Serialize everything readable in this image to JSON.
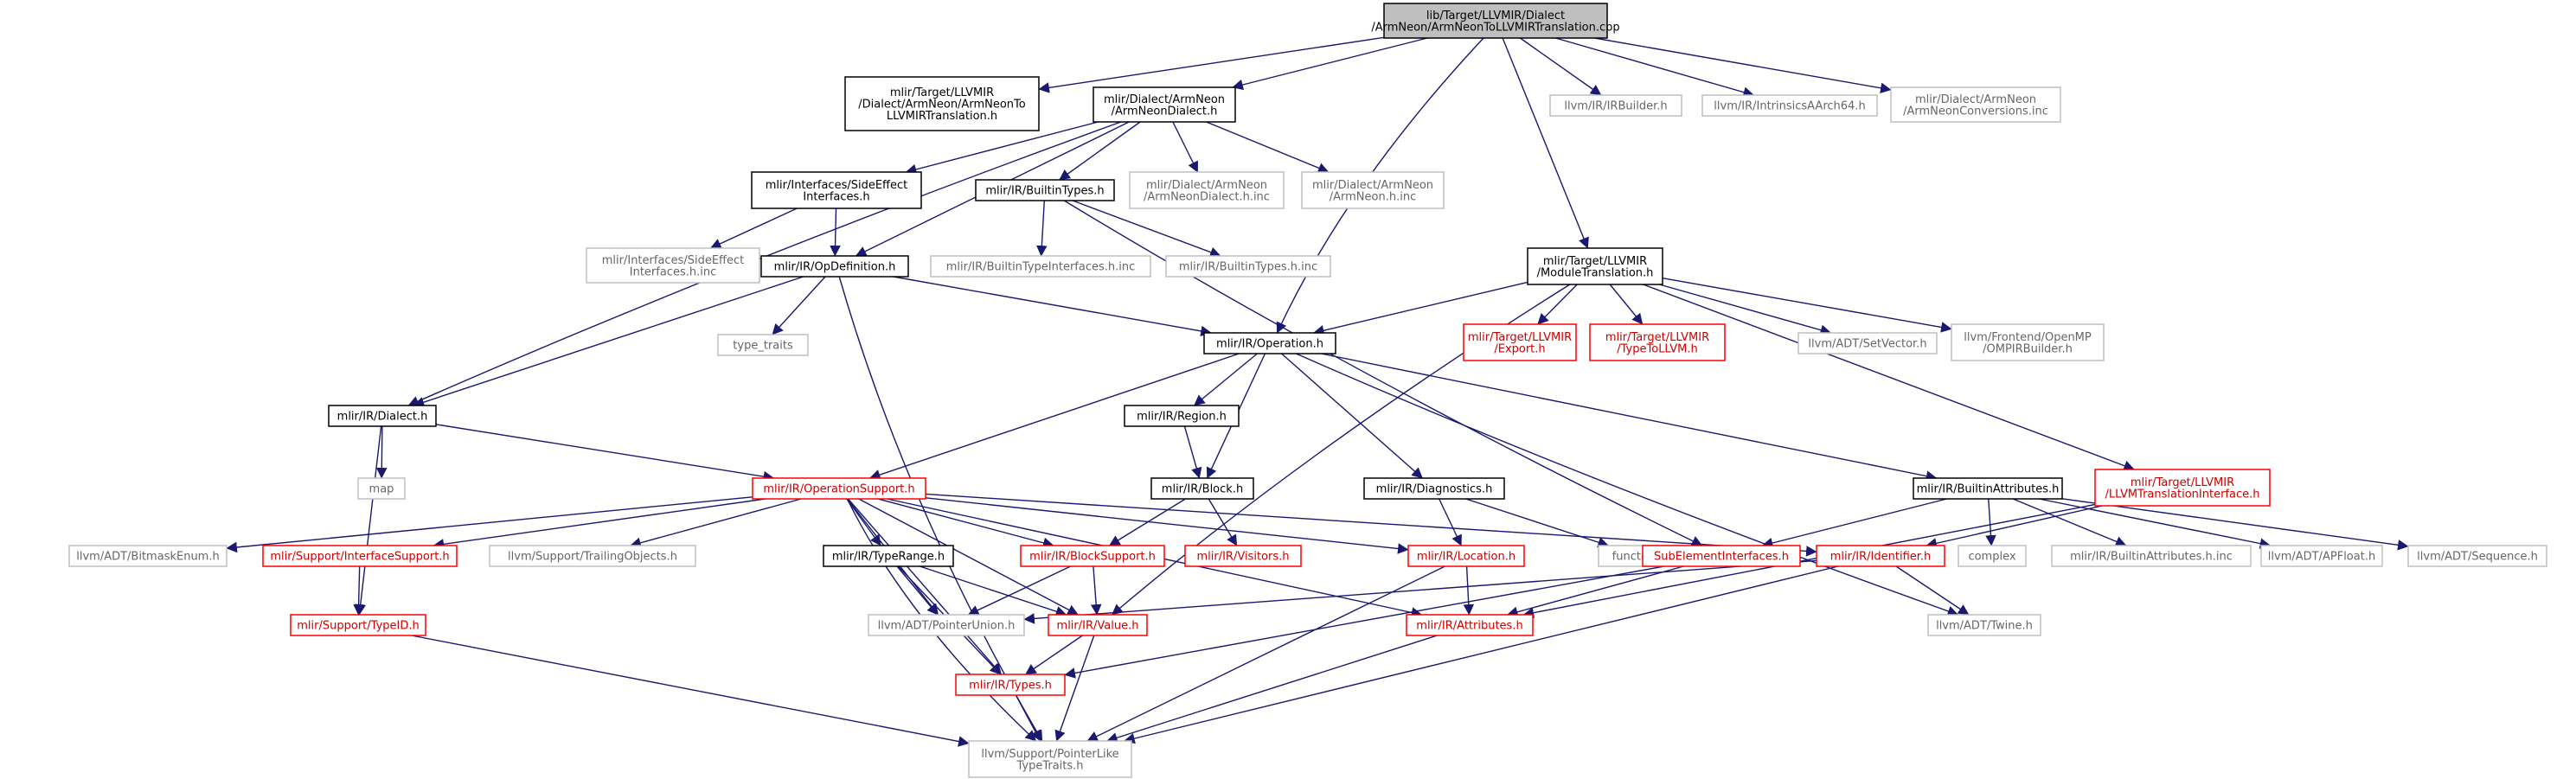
{
  "diagram": {
    "colors": {
      "edge": "#191970",
      "edge_dark": "#18265e",
      "box_default": "#000000",
      "box_external": "#bfbfbf",
      "box_link": "#ff0000",
      "box_root_fill": "#bfbfbf",
      "text_default": "#000000",
      "text_external": "#666666",
      "text_link": "#cc0000"
    },
    "nodes": [
      {
        "id": "root",
        "label": "lib/Target/LLVMIR/Dialect\n/ArmNeon/ArmNeonToLLVMIRTranslation.cpp",
        "style": "root"
      },
      {
        "id": "armneonToLLVMIR",
        "label": "mlir/Target/LLVMIR\n/Dialect/ArmNeon/ArmNeonTo\nLLVMIRTranslation.h",
        "style": "default"
      },
      {
        "id": "armneonDialect",
        "label": "mlir/Dialect/ArmNeon\n/ArmNeonDialect.h",
        "style": "default"
      },
      {
        "id": "irBuilder",
        "label": "llvm/IR/IRBuilder.h",
        "style": "external"
      },
      {
        "id": "intrinsics",
        "label": "llvm/IR/IntrinsicsAArch64.h",
        "style": "external"
      },
      {
        "id": "armneonConv",
        "label": "mlir/Dialect/ArmNeon\n/ArmNeonConversions.inc",
        "style": "external"
      },
      {
        "id": "sideEffect",
        "label": "mlir/Interfaces/SideEffect\nInterfaces.h",
        "style": "default"
      },
      {
        "id": "builtinTypes",
        "label": "mlir/IR/BuiltinTypes.h",
        "style": "default"
      },
      {
        "id": "armneonDialectInc",
        "label": "mlir/Dialect/ArmNeon\n/ArmNeonDialect.h.inc",
        "style": "external"
      },
      {
        "id": "armneonHInc",
        "label": "mlir/Dialect/ArmNeon\n/ArmNeon.h.inc",
        "style": "external"
      },
      {
        "id": "sideEffectInc",
        "label": "mlir/Interfaces/SideEffect\nInterfaces.h.inc",
        "style": "external"
      },
      {
        "id": "opDefinition",
        "label": "mlir/IR/OpDefinition.h",
        "style": "default"
      },
      {
        "id": "builtinTypeIfInc",
        "label": "mlir/IR/BuiltinTypeInterfaces.h.inc",
        "style": "external"
      },
      {
        "id": "builtinTypesInc",
        "label": "mlir/IR/BuiltinTypes.h.inc",
        "style": "external"
      },
      {
        "id": "moduleTranslation",
        "label": "mlir/Target/LLVMIR\n/ModuleTranslation.h",
        "style": "default"
      },
      {
        "id": "typeTraits",
        "label": "type_traits",
        "style": "external"
      },
      {
        "id": "operation",
        "label": "mlir/IR/Operation.h",
        "style": "default"
      },
      {
        "id": "llvmirExport",
        "label": "mlir/Target/LLVMIR\n/Export.h",
        "style": "link"
      },
      {
        "id": "typeToLLVM",
        "label": "mlir/Target/LLVMIR\n/TypeToLLVM.h",
        "style": "link"
      },
      {
        "id": "setVector",
        "label": "llvm/ADT/SetVector.h",
        "style": "external"
      },
      {
        "id": "ompirBuilder",
        "label": "llvm/Frontend/OpenMP\n/OMPIRBuilder.h",
        "style": "external"
      },
      {
        "id": "dialect",
        "label": "mlir/IR/Dialect.h",
        "style": "default"
      },
      {
        "id": "region",
        "label": "mlir/IR/Region.h",
        "style": "default"
      },
      {
        "id": "map",
        "label": "map",
        "style": "external"
      },
      {
        "id": "operationSupport",
        "label": "mlir/IR/OperationSupport.h",
        "style": "link"
      },
      {
        "id": "block",
        "label": "mlir/IR/Block.h",
        "style": "default"
      },
      {
        "id": "diagnostics",
        "label": "mlir/IR/Diagnostics.h",
        "style": "default"
      },
      {
        "id": "builtinAttributes",
        "label": "mlir/IR/BuiltinAttributes.h",
        "style": "default"
      },
      {
        "id": "llvmTranslationIf",
        "label": "mlir/Target/LLVMIR\n/LLVMTranslationInterface.h",
        "style": "link"
      },
      {
        "id": "bitmaskEnum",
        "label": "llvm/ADT/BitmaskEnum.h",
        "style": "external"
      },
      {
        "id": "interfaceSupport",
        "label": "mlir/Support/InterfaceSupport.h",
        "style": "link"
      },
      {
        "id": "trailingObjects",
        "label": "llvm/Support/TrailingObjects.h",
        "style": "external"
      },
      {
        "id": "typeRange",
        "label": "mlir/IR/TypeRange.h",
        "style": "default"
      },
      {
        "id": "blockSupport",
        "label": "mlir/IR/BlockSupport.h",
        "style": "link"
      },
      {
        "id": "visitors",
        "label": "mlir/IR/Visitors.h",
        "style": "link"
      },
      {
        "id": "location",
        "label": "mlir/IR/Location.h",
        "style": "link"
      },
      {
        "id": "functional",
        "label": "functional",
        "style": "external"
      },
      {
        "id": "subElementIf",
        "label": "SubElementInterfaces.h",
        "style": "link"
      },
      {
        "id": "identifier",
        "label": "mlir/IR/Identifier.h",
        "style": "link"
      },
      {
        "id": "complex",
        "label": "complex",
        "style": "external"
      },
      {
        "id": "builtinAttrInc",
        "label": "mlir/IR/BuiltinAttributes.h.inc",
        "style": "external"
      },
      {
        "id": "apFloat",
        "label": "llvm/ADT/APFloat.h",
        "style": "external"
      },
      {
        "id": "sequence",
        "label": "llvm/ADT/Sequence.h",
        "style": "external"
      },
      {
        "id": "typeID",
        "label": "mlir/Support/TypeID.h",
        "style": "link"
      },
      {
        "id": "pointerUnion",
        "label": "llvm/ADT/PointerUnion.h",
        "style": "external"
      },
      {
        "id": "value",
        "label": "mlir/IR/Value.h",
        "style": "link"
      },
      {
        "id": "attributes",
        "label": "mlir/IR/Attributes.h",
        "style": "link"
      },
      {
        "id": "twine",
        "label": "llvm/ADT/Twine.h",
        "style": "external"
      },
      {
        "id": "types",
        "label": "mlir/IR/Types.h",
        "style": "link"
      },
      {
        "id": "pointerLikeTypeTraits",
        "label": "llvm/Support/PointerLike\nTypeTraits.h",
        "style": "external"
      }
    ],
    "edges": [
      [
        "root",
        "armneonToLLVMIR"
      ],
      [
        "root",
        "armneonDialect"
      ],
      [
        "root",
        "irBuilder"
      ],
      [
        "root",
        "intrinsics"
      ],
      [
        "root",
        "armneonConv"
      ],
      [
        "root",
        "operation"
      ],
      [
        "root",
        "moduleTranslation"
      ],
      [
        "armneonDialect",
        "sideEffect"
      ],
      [
        "armneonDialect",
        "builtinTypes"
      ],
      [
        "armneonDialect",
        "armneonDialectInc"
      ],
      [
        "armneonDialect",
        "armneonHInc"
      ],
      [
        "armneonDialect",
        "opDefinition"
      ],
      [
        "armneonDialect",
        "dialect"
      ],
      [
        "sideEffect",
        "sideEffectInc"
      ],
      [
        "sideEffect",
        "opDefinition"
      ],
      [
        "builtinTypes",
        "builtinTypeIfInc"
      ],
      [
        "builtinTypes",
        "builtinTypesInc"
      ],
      [
        "builtinTypes",
        "subElementIf"
      ],
      [
        "opDefinition",
        "typeTraits"
      ],
      [
        "opDefinition",
        "operation"
      ],
      [
        "opDefinition",
        "dialect"
      ],
      [
        "opDefinition",
        "pointerLikeTypeTraits"
      ],
      [
        "moduleTranslation",
        "operation"
      ],
      [
        "moduleTranslation",
        "llvmirExport"
      ],
      [
        "moduleTranslation",
        "typeToLLVM"
      ],
      [
        "moduleTranslation",
        "setVector"
      ],
      [
        "moduleTranslation",
        "ompirBuilder"
      ],
      [
        "moduleTranslation",
        "llvmTranslationIf"
      ],
      [
        "moduleTranslation",
        "value"
      ],
      [
        "operation",
        "region"
      ],
      [
        "operation",
        "block"
      ],
      [
        "operation",
        "operationSupport"
      ],
      [
        "operation",
        "diagnostics"
      ],
      [
        "operation",
        "builtinAttributes"
      ],
      [
        "operation",
        "twine"
      ],
      [
        "dialect",
        "map"
      ],
      [
        "dialect",
        "operationSupport"
      ],
      [
        "dialect",
        "typeID"
      ],
      [
        "region",
        "block"
      ],
      [
        "block",
        "blockSupport"
      ],
      [
        "block",
        "visitors"
      ],
      [
        "diagnostics",
        "location"
      ],
      [
        "diagnostics",
        "functional"
      ],
      [
        "builtinAttributes",
        "subElementIf"
      ],
      [
        "builtinAttributes",
        "complex"
      ],
      [
        "builtinAttributes",
        "builtinAttrInc"
      ],
      [
        "builtinAttributes",
        "apFloat"
      ],
      [
        "builtinAttributes",
        "sequence"
      ],
      [
        "llvmTranslationIf",
        "identifier"
      ],
      [
        "llvmTranslationIf",
        "attributes"
      ],
      [
        "operationSupport",
        "bitmaskEnum"
      ],
      [
        "operationSupport",
        "interfaceSupport"
      ],
      [
        "operationSupport",
        "trailingObjects"
      ],
      [
        "operationSupport",
        "typeRange"
      ],
      [
        "operationSupport",
        "blockSupport"
      ],
      [
        "operationSupport",
        "location"
      ],
      [
        "operationSupport",
        "identifier"
      ],
      [
        "operationSupport",
        "attributes"
      ],
      [
        "operationSupport",
        "value"
      ],
      [
        "operationSupport",
        "pointerUnion"
      ],
      [
        "operationSupport",
        "types"
      ],
      [
        "operationSupport",
        "pointerLikeTypeTraits"
      ],
      [
        "interfaceSupport",
        "typeID"
      ],
      [
        "typeRange",
        "pointerUnion"
      ],
      [
        "typeRange",
        "value"
      ],
      [
        "typeRange",
        "types"
      ],
      [
        "blockSupport",
        "value"
      ],
      [
        "blockSupport",
        "pointerUnion"
      ],
      [
        "location",
        "attributes"
      ],
      [
        "location",
        "pointerLikeTypeTraits"
      ],
      [
        "subElementIf",
        "attributes"
      ],
      [
        "subElementIf",
        "types"
      ],
      [
        "identifier",
        "pointerUnion"
      ],
      [
        "identifier",
        "twine"
      ],
      [
        "identifier",
        "pointerLikeTypeTraits"
      ],
      [
        "typeID",
        "pointerLikeTypeTraits"
      ],
      [
        "value",
        "types"
      ],
      [
        "value",
        "pointerLikeTypeTraits"
      ],
      [
        "attributes",
        "pointerLikeTypeTraits"
      ],
      [
        "types",
        "pointerLikeTypeTraits"
      ]
    ]
  }
}
